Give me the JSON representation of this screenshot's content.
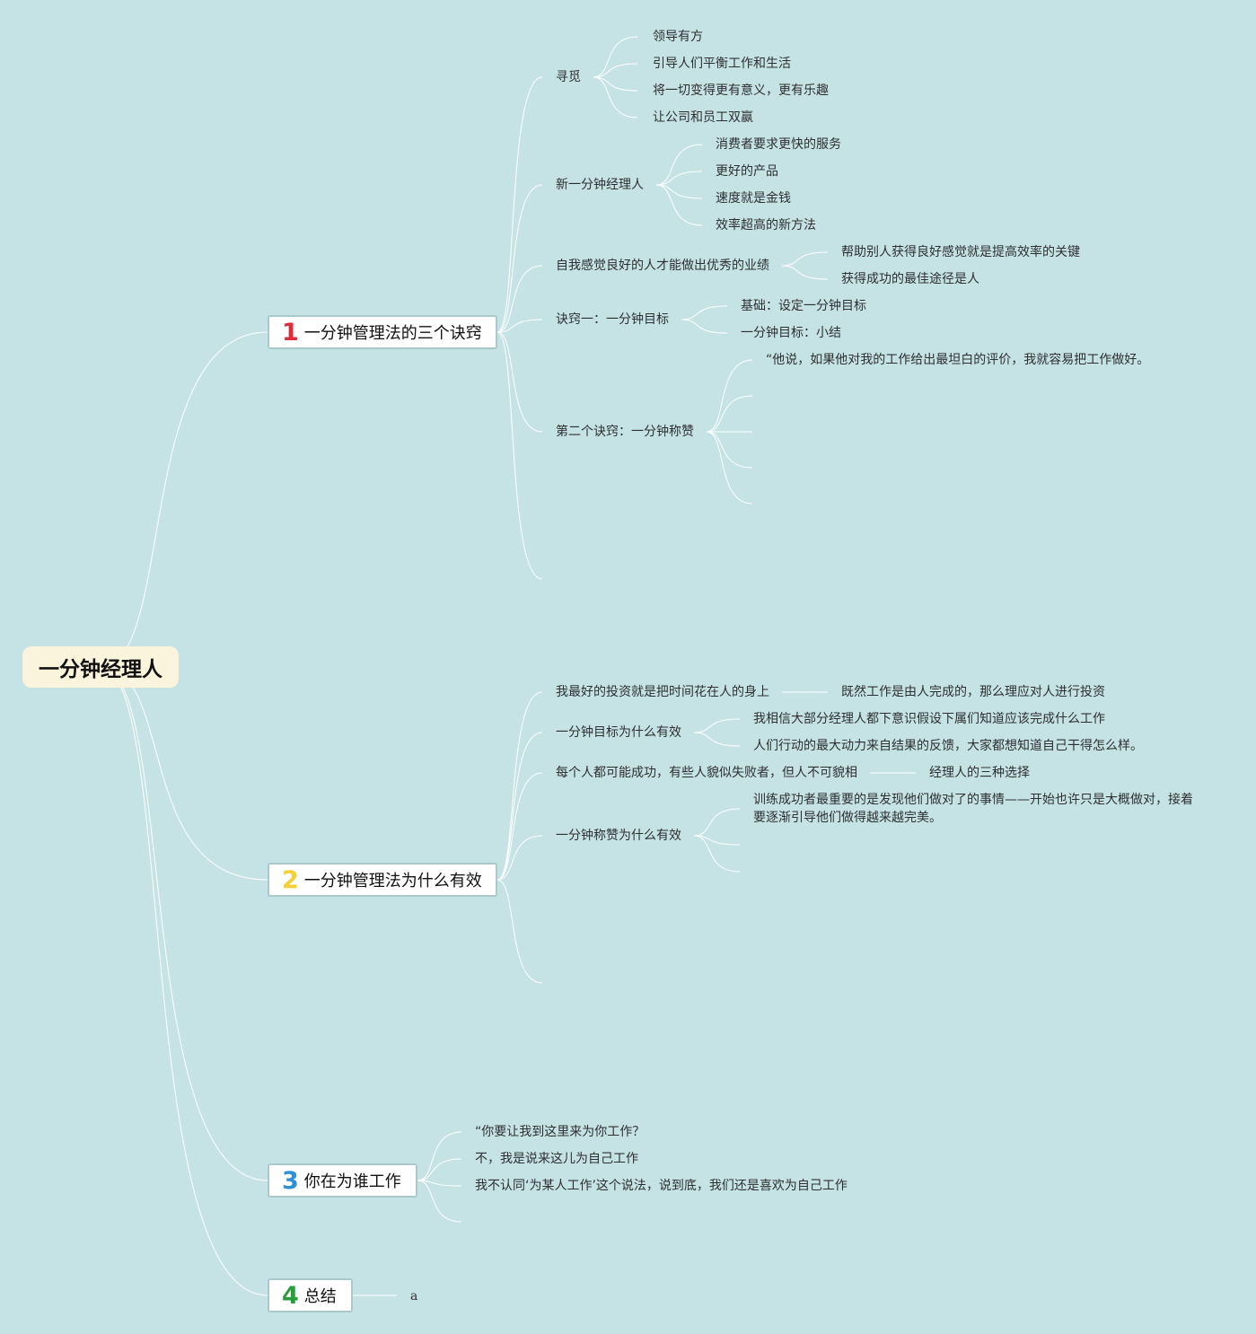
{
  "colors": {
    "background": "#c5e3e5",
    "root_fill": "#fbf4dc",
    "line": "#ffffff",
    "number_1": "#e02a3a",
    "number_2": "#f2d136",
    "number_3": "#2f8fd7",
    "number_4": "#2c9d3c"
  },
  "root": {
    "label": "一分钟经理人"
  },
  "branches": [
    {
      "number": "1",
      "label": "一分钟管理法的三个诀窍",
      "topics": [
        {
          "label": "寻觅",
          "items": [
            "领导有方",
            "引导人们平衡工作和生活",
            "将一切变得更有意义，更有乐趣",
            "让公司和员工双赢"
          ]
        },
        {
          "label": "新一分钟经理人",
          "items": [
            "消费者要求更快的服务",
            "更好的产品",
            "速度就是金钱",
            "效率超高的新方法"
          ]
        },
        {
          "label": "自我感觉良好的人才能做出优秀的业绩",
          "items": [
            "帮助别人获得良好感觉就是提高效率的关键",
            "获得成功的最佳途径是人"
          ]
        },
        {
          "label": "诀窍一：一分钟目标",
          "items": [
            "基础：设定一分钟目标",
            "一分钟目标：小结"
          ]
        },
        {
          "label": "第二个诀窍：一分钟称赞",
          "items": [
            "“他说，如果他对我的工作给出最坦白的评价，我就容易把工作做好。"
          ]
        }
      ]
    },
    {
      "number": "2",
      "label": "一分钟管理法为什么有效",
      "topics": [
        {
          "label": "我最好的投资就是把时间花在人的身上",
          "items": [
            "既然工作是由人完成的，那么理应对人进行投资"
          ]
        },
        {
          "label": "一分钟目标为什么有效",
          "items": [
            "我相信大部分经理人都下意识假设下属们知道应该完成什么工作",
            "人们行动的最大动力来自结果的反馈，大家都想知道自己干得怎么样。"
          ]
        },
        {
          "label": "每个人都可能成功，有些人貌似失败者，但人不可貌相",
          "items": [
            "经理人的三种选择"
          ]
        },
        {
          "label": "一分钟称赞为什么有效",
          "items": [
            "训练成功者最重要的是发现他们做对了的事情——开始也许只是大概做对，接着要逐渐引导他们做得越来越完美。"
          ]
        }
      ]
    },
    {
      "number": "3",
      "label": "你在为谁工作",
      "items": [
        "“你要让我到这里来为你工作？",
        "不，我是说来这儿为自己工作",
        "我不认同‘为某人工作’这个说法，说到底，我们还是喜欢为自己工作"
      ]
    },
    {
      "number": "4",
      "label": "总结",
      "items": [
        "a"
      ]
    }
  ]
}
